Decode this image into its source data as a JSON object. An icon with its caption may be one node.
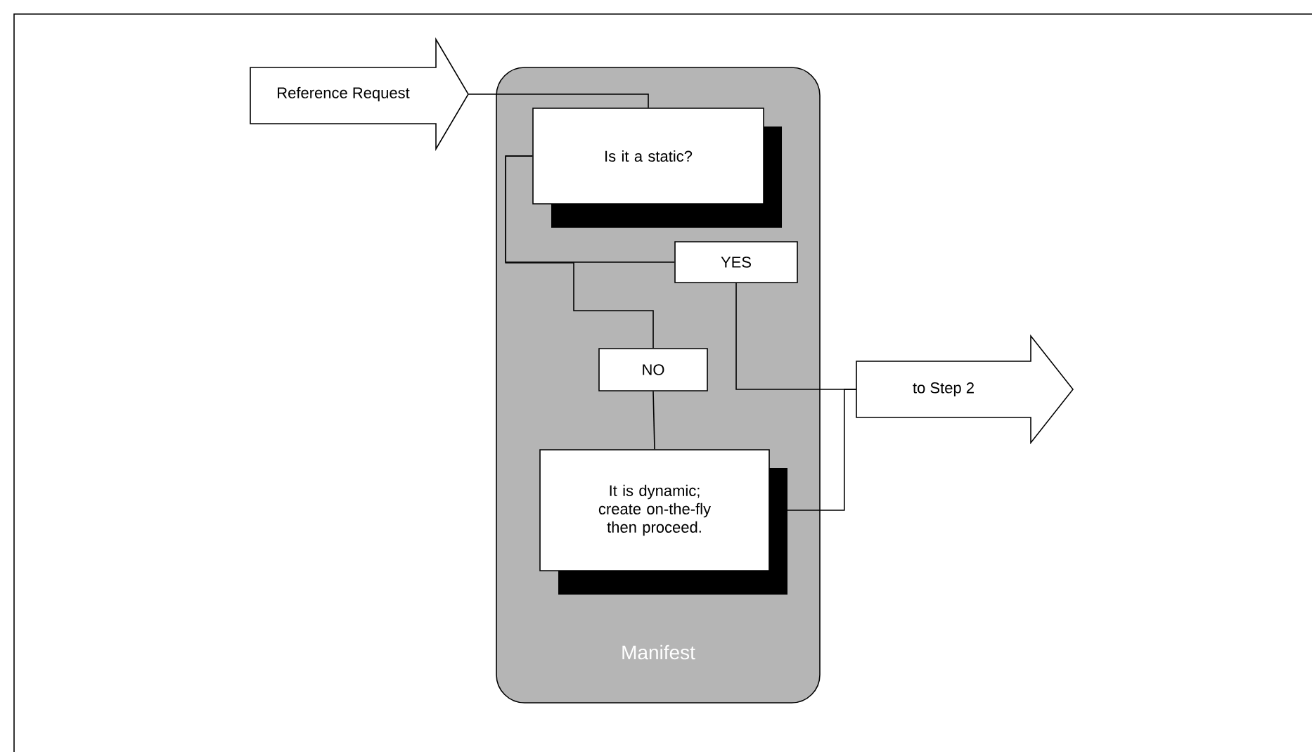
{
  "diagram": {
    "nodes": [
      {
        "text": [
          "Manifest"
        ]
      },
      {
        "text": [
          "Reference Request"
        ]
      },
      {
        "text": [
          "Is it a static?"
        ],
        "in": 0
      },
      {
        "text": [
          "YES"
        ],
        "in": 0
      },
      {
        "text": [
          "NO"
        ],
        "in": 0
      },
      {
        "text": [
          "It is dynamic; create on-the-fly then proceed."
        ],
        "in": 0
      },
      {
        "text": [
          "to Step 2"
        ]
      }
    ],
    "edges": [
      {
        "from": 1,
        "to": 2,
        "arrow": "none"
      },
      {
        "from": 2,
        "to": 3,
        "arrow": "none"
      },
      {
        "from": 2,
        "to": 4,
        "arrow": "none"
      },
      {
        "from": 4,
        "to": 5,
        "arrow": "none"
      },
      {
        "from": 3,
        "to": 6,
        "arrow": "none"
      },
      {
        "from": 5,
        "to": 6,
        "arrow": "none"
      }
    ]
  }
}
